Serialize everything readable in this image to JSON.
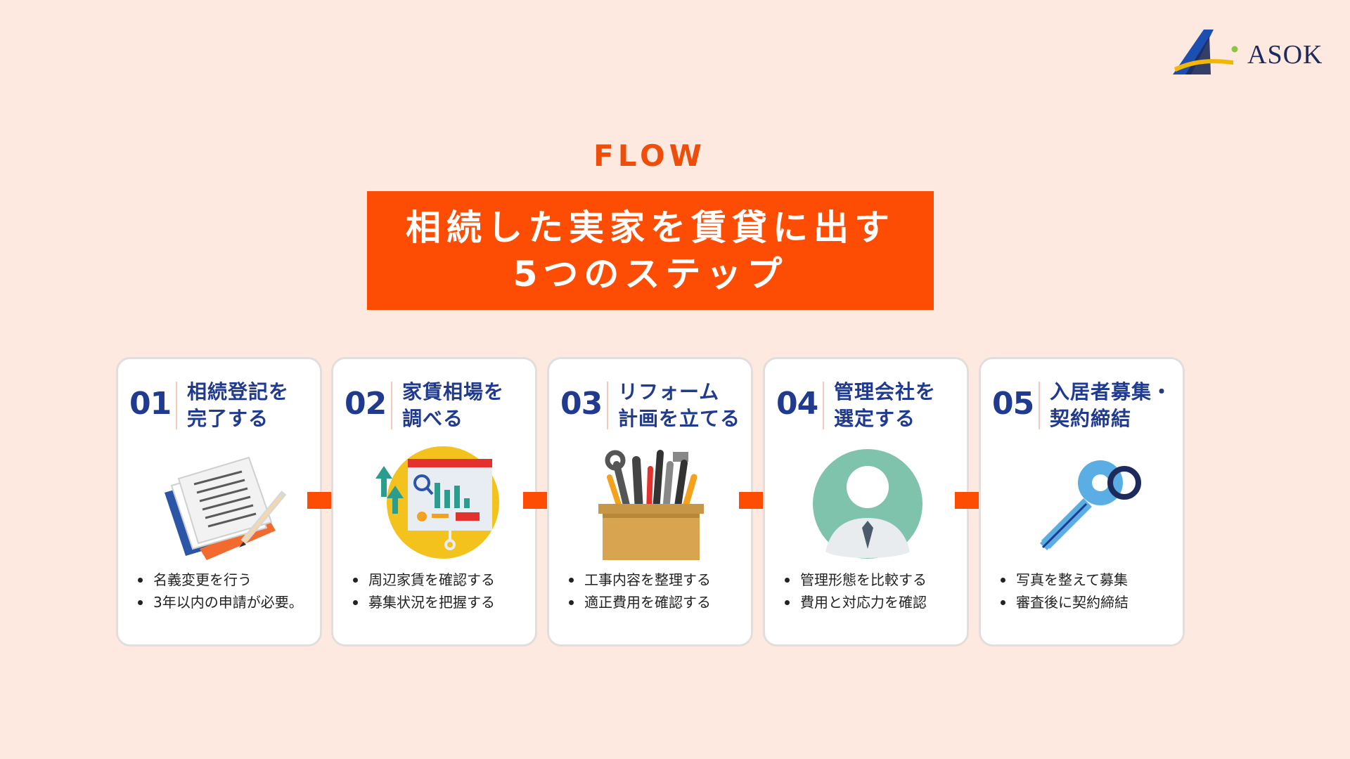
{
  "brand": {
    "name": "ASOK"
  },
  "header": {
    "label": "FLOW",
    "title_line1": "相続した実家を賃貸に出す",
    "title_line2": "5つのステップ"
  },
  "steps": [
    {
      "number": "01",
      "title_line1": "相続登記を",
      "title_line2": "完了する",
      "illustration": "documents-pen-icon",
      "bullets": [
        "名義変更を行う",
        "3年以内の申請が必要。"
      ]
    },
    {
      "number": "02",
      "title_line1": "家賃相場を",
      "title_line2": "調べる",
      "illustration": "market-analysis-board-icon",
      "bullets": [
        "周辺家賃を確認する",
        "募集状況を把握する"
      ]
    },
    {
      "number": "03",
      "title_line1": "リフォーム",
      "title_line2": "計画を立てる",
      "illustration": "toolbox-icon",
      "bullets": [
        "工事内容を整理する",
        "適正費用を確認する"
      ]
    },
    {
      "number": "04",
      "title_line1": "管理会社を",
      "title_line2": "選定する",
      "illustration": "business-person-avatar-icon",
      "bullets": [
        "管理形態を比較する",
        "費用と対応力を確認"
      ]
    },
    {
      "number": "05",
      "title_line1": "入居者募集・",
      "title_line2": "契約締結",
      "illustration": "key-icon",
      "bullets": [
        "写真を整えて募集",
        "審査後に契約締結"
      ]
    }
  ],
  "colors": {
    "background": "#fde9e0",
    "accent_orange": "#fd4d05",
    "navy": "#1f3a8f"
  }
}
